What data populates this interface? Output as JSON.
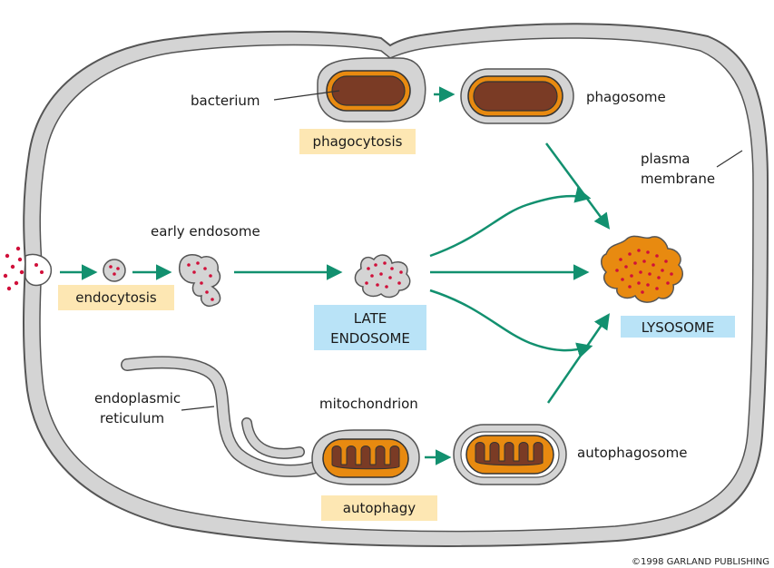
{
  "labels": {
    "bacterium": "bacterium",
    "phagosome": "phagosome",
    "phagocytosis": "phagocytosis",
    "plasma_membrane_line1": "plasma",
    "plasma_membrane_line2": "membrane",
    "early_endosome": "early endosome",
    "endocytosis": "endocytosis",
    "late_endosome_line1": "LATE",
    "late_endosome_line2": "ENDOSOME",
    "lysosome": "LYSOSOME",
    "er_line1": "endoplasmic",
    "er_line2": "reticulum",
    "mitochondrion": "mitochondrion",
    "autophagy": "autophagy",
    "autophagosome": "autophagosome"
  },
  "copyright": "©1998 GARLAND PUBLISHING",
  "colors": {
    "arrow": "#12906f",
    "membrane_fill": "#d4d4d4",
    "membrane_stroke": "#555555",
    "orange": "#e88a10",
    "brown": "#7a3b25",
    "cargo_red": "#d0103a",
    "process_box": "#fde7b3",
    "compartment_box": "#b9e3f7"
  }
}
